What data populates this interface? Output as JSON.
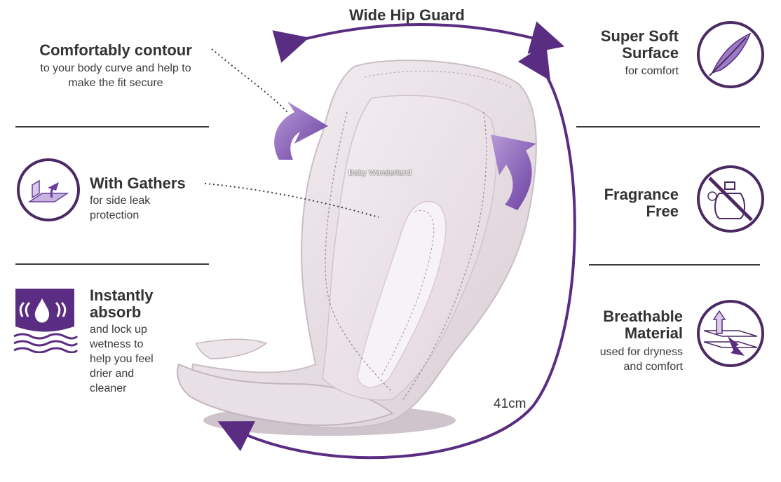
{
  "top": {
    "title": "Wide Hip Guard"
  },
  "features_left": [
    {
      "title": "Comfortably contour",
      "desc_lines": [
        "to your body curve and help to",
        "make the fit secure"
      ]
    },
    {
      "title": "With Gathers",
      "desc_lines": [
        "for side leak",
        "protection"
      ]
    },
    {
      "title_lines": [
        "Instantly",
        "absorb"
      ],
      "desc_lines": [
        "and lock up",
        "wetness to",
        "help you feel",
        "drier and",
        "cleaner"
      ]
    }
  ],
  "features_right": [
    {
      "title_lines": [
        "Super Soft",
        "Surface"
      ],
      "desc_lines": [
        "for comfort"
      ],
      "icon": "feather-icon"
    },
    {
      "title_lines": [
        "Fragrance",
        "Free"
      ],
      "desc_lines": [],
      "icon": "no-perfume-icon"
    },
    {
      "title_lines": [
        "Breathable",
        "Material"
      ],
      "desc_lines": [
        "used for dryness",
        "and comfort"
      ],
      "icon": "breathable-layers-icon"
    }
  ],
  "product": {
    "length_label": "41cm",
    "watermark": "Baby Wonderland"
  },
  "colors": {
    "purple": "#5a2d82",
    "dark_purple": "#4b2a63",
    "light_purple": "#9b7cc4",
    "pad": "#efe8ec",
    "text": "#333333"
  }
}
